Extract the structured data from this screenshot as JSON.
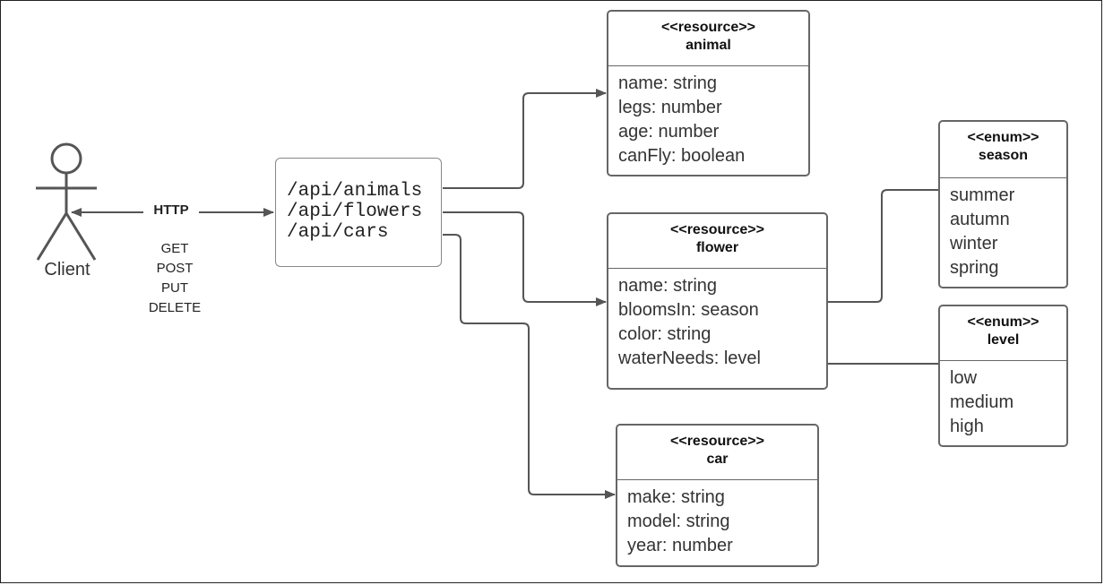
{
  "client": {
    "label": "Client"
  },
  "connection": {
    "protocol": "HTTP",
    "methods": [
      "GET",
      "POST",
      "PUT",
      "DELETE"
    ]
  },
  "api": {
    "endpoints": [
      "/api/animals",
      "/api/flowers",
      "/api/cars"
    ]
  },
  "resources": {
    "animal": {
      "stereotype": "<<resource>>",
      "name": "animal",
      "fields": [
        "name: string",
        "legs: number",
        "age: number",
        "canFly: boolean"
      ]
    },
    "flower": {
      "stereotype": "<<resource>>",
      "name": "flower",
      "fields": [
        "name: string",
        "bloomsIn: season",
        "color: string",
        "waterNeeds: level"
      ]
    },
    "car": {
      "stereotype": "<<resource>>",
      "name": "car",
      "fields": [
        "make: string",
        "model: string",
        "year: number"
      ]
    }
  },
  "enums": {
    "season": {
      "stereotype": "<<enum>>",
      "name": "season",
      "values": [
        "summer",
        "autumn",
        "winter",
        "spring"
      ]
    },
    "level": {
      "stereotype": "<<enum>>",
      "name": "level",
      "values": [
        "low",
        "medium",
        "high"
      ]
    }
  }
}
